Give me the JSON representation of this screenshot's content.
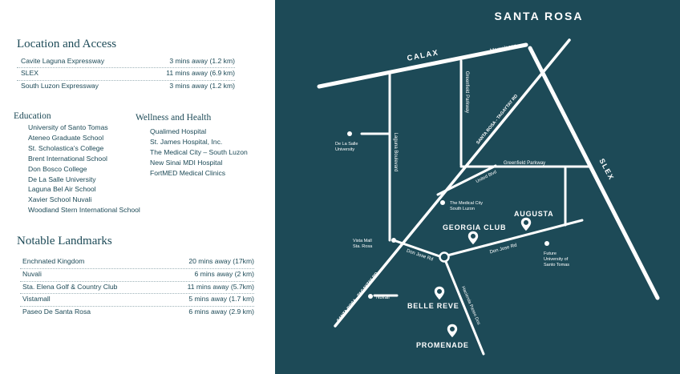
{
  "location_access": {
    "title": "Location and Access",
    "rows": [
      {
        "place": "Cavite Laguna Expressway",
        "time": "3 mins away (1.2 km)"
      },
      {
        "place": "SLEX",
        "time": "11 mins away (6.9 km)"
      },
      {
        "place": "South Luzon Expressway",
        "time": "3 mins away (1.2 km)"
      }
    ]
  },
  "education": {
    "title": "Education",
    "items": [
      "University of Santo Tomas",
      "Ateneo Graduate School",
      "St. Scholastica's College",
      "Brent International School",
      "Don Bosco College",
      "De La Salle University",
      "Laguna Bel Air School",
      "Xavier School Nuvali",
      "Woodland Stern International School"
    ]
  },
  "wellness": {
    "title": "Wellness and Health",
    "items": [
      "Qualimed Hospital",
      "St. James Hospital, Inc.",
      "The Medical City – South Luzon",
      "New Sinai MDI Hospital",
      "FortMED Medical Clinics"
    ]
  },
  "landmarks": {
    "title": "Notable Landmarks",
    "rows": [
      {
        "place": "Enchnated Kingdom",
        "time": "20 mins away (17km)"
      },
      {
        "place": "Nuvali",
        "time": "6 mins away (2 km)"
      },
      {
        "place": "Sta. Elena Golf & Country Club",
        "time": "11 mins away (5.7km)"
      },
      {
        "place": "Vistamall",
        "time": "5 mins away (1.7 km)"
      },
      {
        "place": "Paseo De Santa Rosa",
        "time": "6 mins away (2.9 km)"
      }
    ]
  },
  "map": {
    "background": "#1d4a57",
    "city": "SANTA ROSA",
    "roads": {
      "calax": "CALAX",
      "mamplasan": "Mamplasan",
      "greenfield_parkway_v": "Greenfield Parkway",
      "sta_rosa_tagaytay_top": "SANTA ROSA - TAGAYTAY RD",
      "laguna_boulevard": "Laguna Boulevard",
      "greenfield_parkway_h": "Greenfield Parkway",
      "slex": "SLEX",
      "united_blvd": "United Blvd",
      "don_jose_rd_left": "Don Jose Rd",
      "don_jose_rd_right": "Don Jose Rd",
      "hacienda_paseo_dos": "Hacienda Paseo Dos",
      "sta_rosa_tagaytay_bottom": "SANTA ROSA - TAGAYTAY RD"
    },
    "places": {
      "de_la_salle_1": "De La Salle",
      "de_la_salle_2": "University",
      "medical_city_1": "The Medical City",
      "medical_city_2": "South Luzon",
      "vista_mall_1": "Vista Mall",
      "vista_mall_2": "Sta. Rosa",
      "future_ust_1": "Future",
      "future_ust_2": "University of",
      "future_ust_3": "Santo Tomas",
      "nuvali": "Nuvali"
    },
    "projects": {
      "augusta": "AUGUSTA",
      "georgia_club": "GEORGIA CLUB",
      "belle_reve": "BELLE REVE",
      "promenade": "PROMENADE"
    }
  }
}
